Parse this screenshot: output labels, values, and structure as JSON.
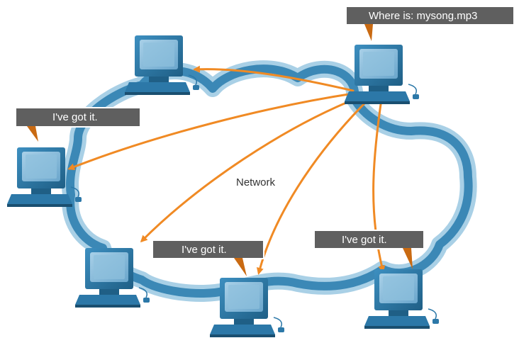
{
  "diagram": {
    "network_label": "Network",
    "callouts": {
      "query": "Where is: mysong.mp3",
      "reply_left": "I've got it.",
      "reply_bottom": "I've got it.",
      "reply_right": "I've got it."
    }
  },
  "colors": {
    "cloud_outline": "#2f7fb0",
    "cloud_light": "#a9d0e6",
    "arrow": "#f08a24",
    "callout_box": "#5f5f5f",
    "callout_tail": "#c96a12",
    "monitor_body": "#2c78a8",
    "monitor_screen": "#8fc0dd",
    "keyboard": "#1f5f86"
  },
  "icons": [
    "computer-icon",
    "cloud-icon",
    "arrow-icon"
  ]
}
